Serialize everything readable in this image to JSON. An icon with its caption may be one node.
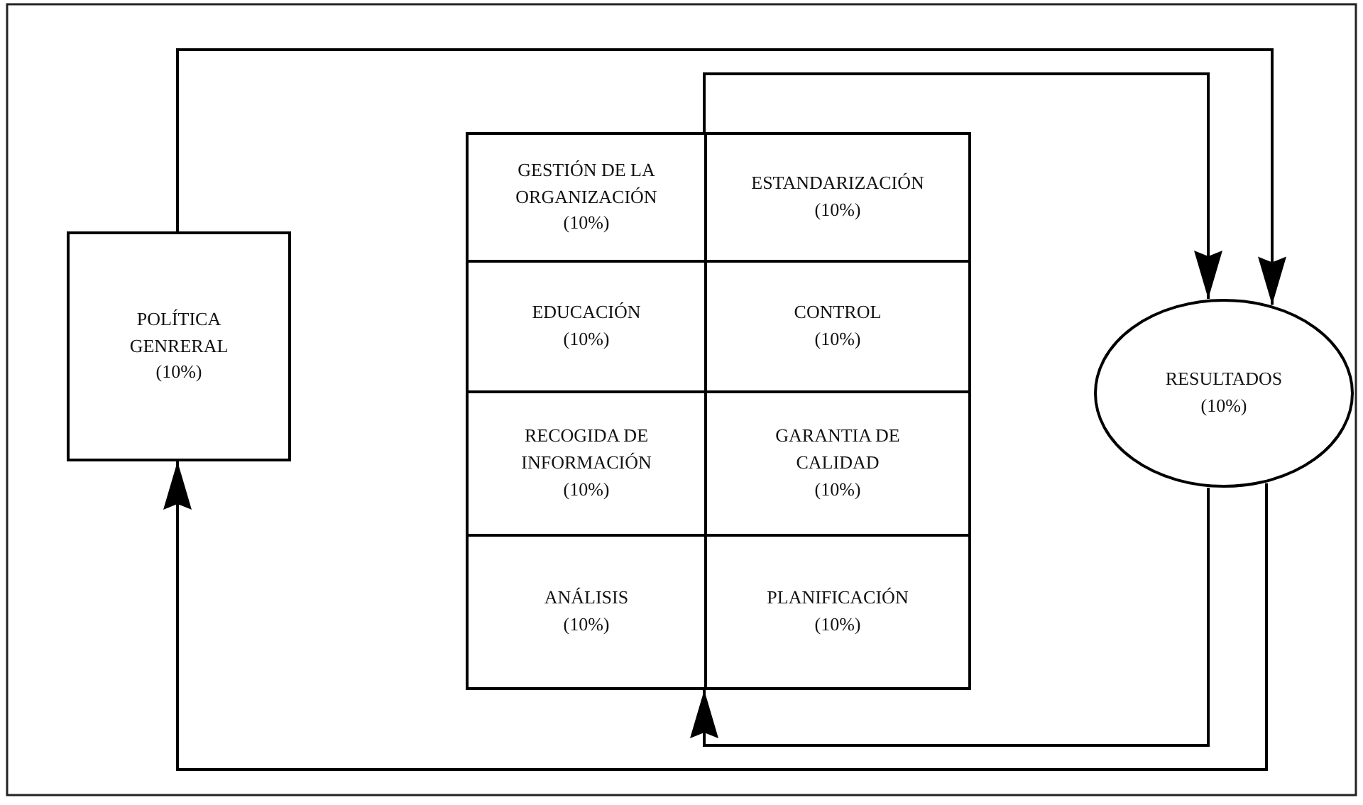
{
  "diagram": {
    "nodes": [
      {
        "text": [
          "POLÍTICA GENRERAL",
          "(10%)"
        ]
      },
      {
        "text": [],
        "shape": "box"
      },
      {
        "text": [
          "GESTIÓN DE LA ORGANIZACIÓN",
          "(10%)"
        ],
        "in": 1
      },
      {
        "text": [
          "ESTANDARIZACIÓN",
          "(10%)"
        ],
        "in": 1
      },
      {
        "text": [
          "EDUCACIÓN",
          "(10%)"
        ],
        "in": 1
      },
      {
        "text": [
          "CONTROL",
          "(10%)"
        ],
        "in": 1
      },
      {
        "text": [
          "RECOGIDA DE INFORMACIÓN",
          "(10%)"
        ],
        "in": 1
      },
      {
        "text": [
          "GARANTIA DE CALIDAD",
          "(10%)"
        ],
        "in": 1
      },
      {
        "text": [
          "ANÁLISIS",
          "(10%)"
        ],
        "in": 1
      },
      {
        "text": [
          "PLANIFICACIÓN",
          "(10%)"
        ],
        "in": 1
      },
      {
        "text": [
          "RESULTADOS",
          "(10%)"
        ]
      }
    ],
    "edges": [
      {
        "from": 0,
        "to": 10,
        "arrow": "to"
      },
      {
        "from": 1,
        "to": 10,
        "arrow": "to"
      },
      {
        "from": 10,
        "to": 1,
        "arrow": "to"
      },
      {
        "from": 10,
        "to": 0,
        "arrow": "to"
      }
    ]
  }
}
